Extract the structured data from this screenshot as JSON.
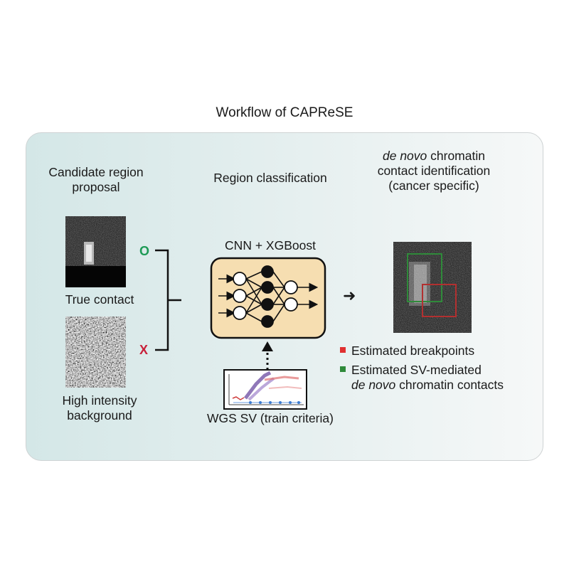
{
  "title": "Workflow of CAPReSE",
  "stages": {
    "candidate": {
      "header_line1": "Candidate region",
      "header_line2": "proposal"
    },
    "classification": {
      "header": "Region classification"
    },
    "identification": {
      "header_line1_italic": "de novo",
      "header_line1_rest": " chromatin",
      "header_line2": "contact identification",
      "header_line3": "(cancer specific)"
    }
  },
  "candidate_images": {
    "true_label": "True contact",
    "high_label_line1": "High intensity",
    "high_label_line2": "background",
    "accept_mark": "O",
    "reject_mark": "X"
  },
  "model": {
    "label": "CNN + XGBoost",
    "box_color": "#f6deb1",
    "train_label": "WGS SV (train criteria)"
  },
  "legend": {
    "breakpoints": "Estimated breakpoints",
    "contacts_line1": "Estimated SV-mediated",
    "contacts_line2": "de novo chromatin contacts",
    "red": "#e03030",
    "green": "#2f8a3a"
  },
  "arrow": "➜"
}
